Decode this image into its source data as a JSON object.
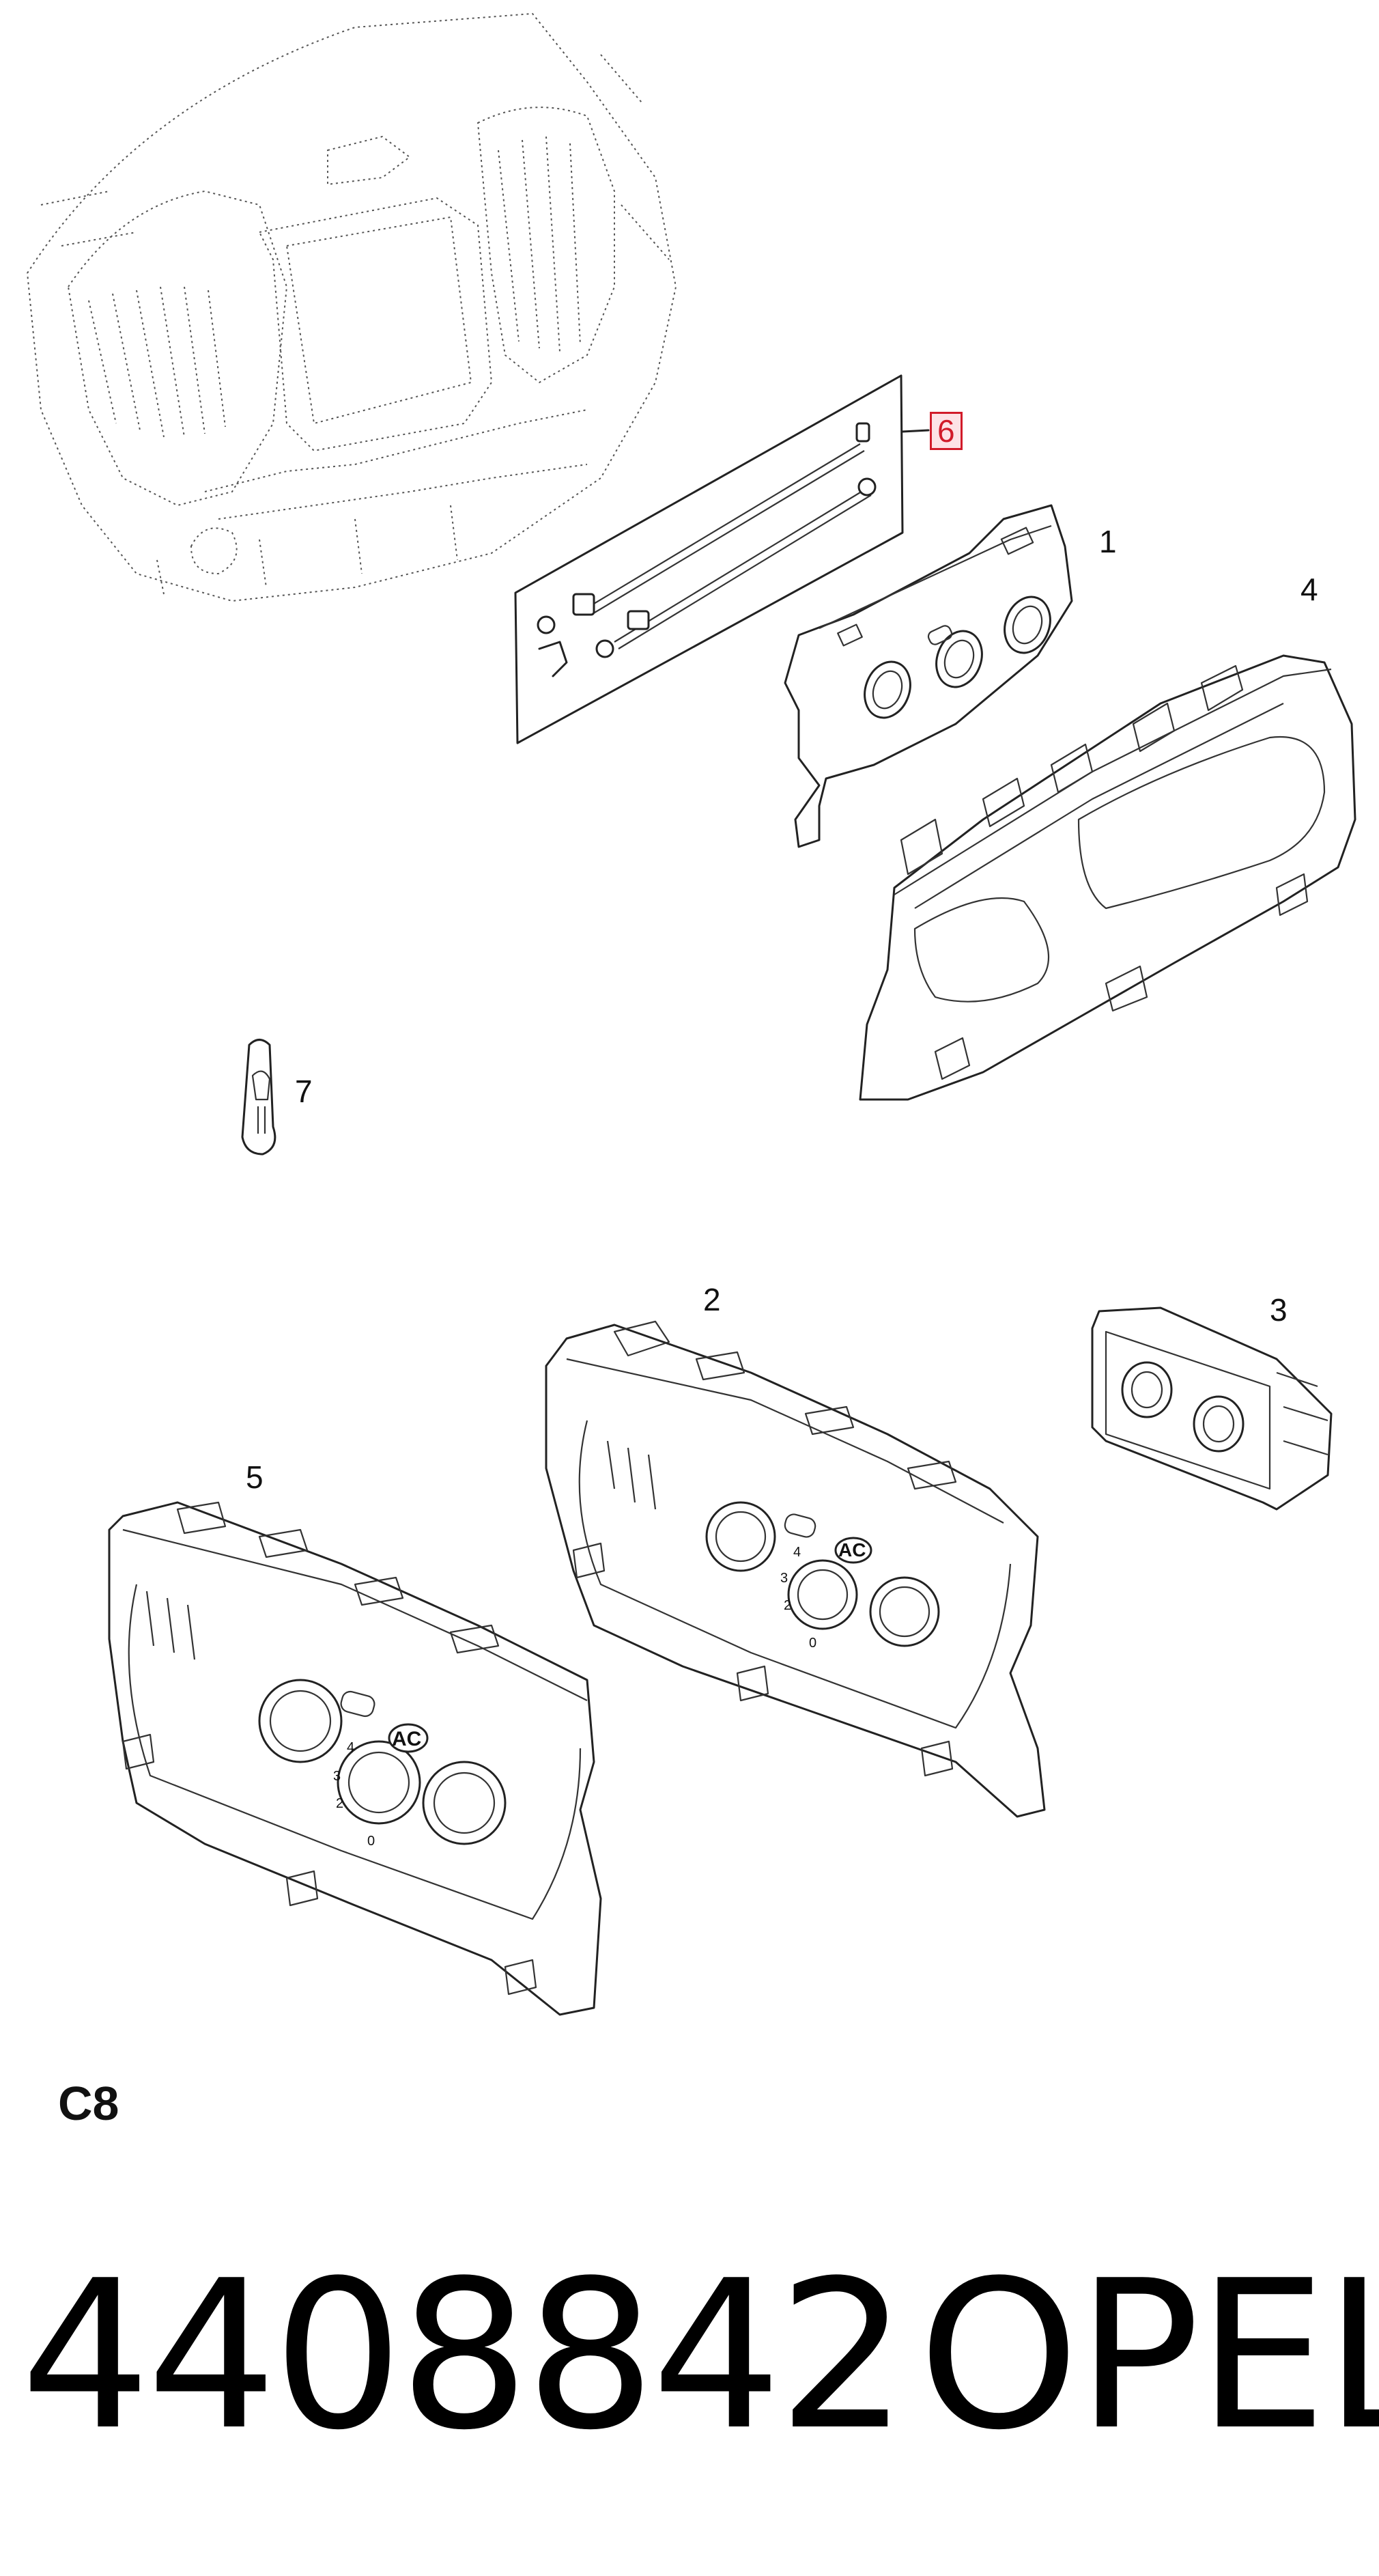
{
  "callouts": {
    "c1": "1",
    "c2": "2",
    "c3": "3",
    "c4": "4",
    "c5": "5",
    "c6": "6",
    "c7": "7"
  },
  "dial_labels": {
    "ac": "AC",
    "fan_4": "4",
    "fan_3": "3",
    "fan_2": "2",
    "fan_0": "0"
  },
  "sheet_code": "C8",
  "part_number": "4408842",
  "brand": "OPEL",
  "colors": {
    "highlight_border": "#d11b2a",
    "highlight_fill": "#fde2e6",
    "line": "#222222"
  }
}
